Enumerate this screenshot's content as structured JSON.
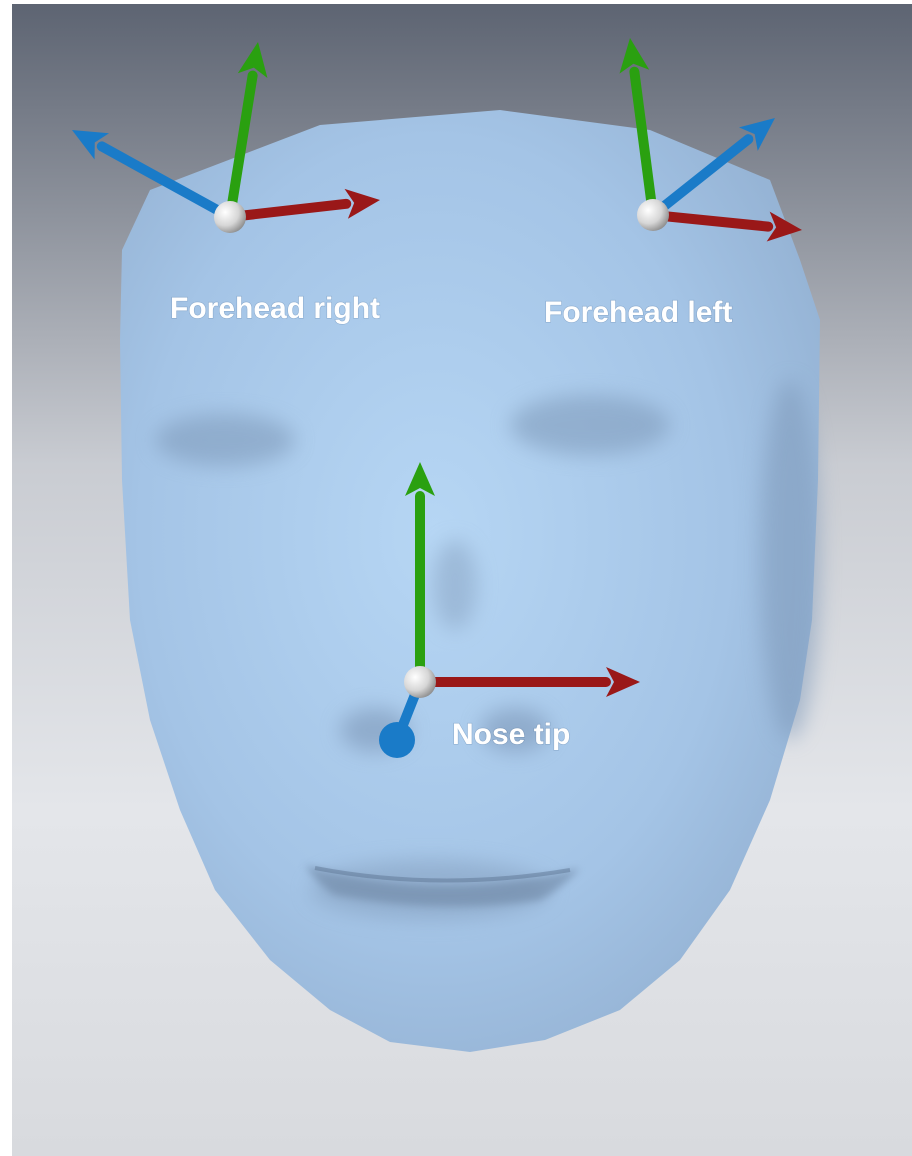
{
  "labels": {
    "forehead_right": "Forehead right",
    "forehead_left": "Forehead left",
    "nose_tip": "Nose tip"
  },
  "colors": {
    "axis_x": "#9a1818",
    "axis_y": "#2aa010",
    "axis_z": "#1a7bc8",
    "face": "#a9c8e8",
    "anchor": "#e6e6e6",
    "label_text": "#ffffff"
  },
  "anchors": [
    {
      "name": "forehead-right-anchor",
      "label_key": "forehead_right",
      "axes": [
        "x",
        "y",
        "z"
      ]
    },
    {
      "name": "forehead-left-anchor",
      "label_key": "forehead_left",
      "axes": [
        "x",
        "y",
        "z"
      ]
    },
    {
      "name": "nose-tip-anchor",
      "label_key": "nose_tip",
      "axes": [
        "x",
        "y",
        "z"
      ]
    }
  ]
}
